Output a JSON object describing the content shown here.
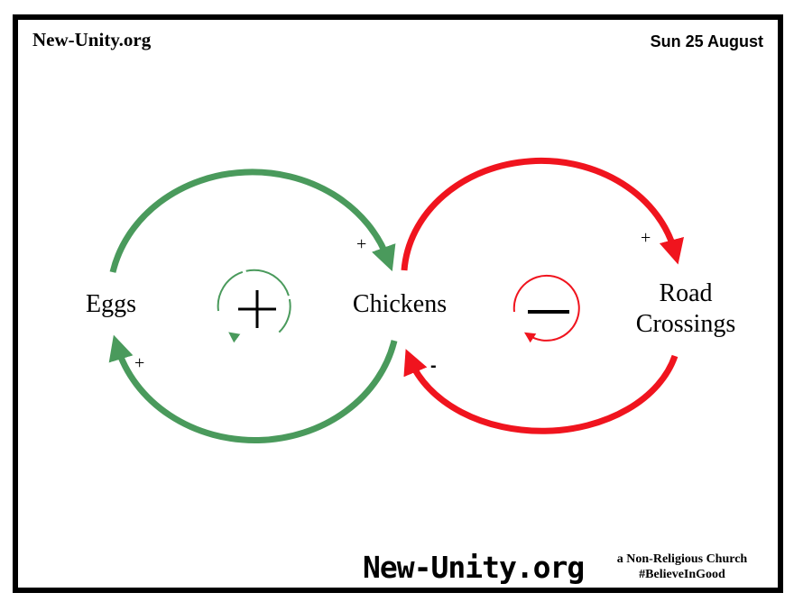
{
  "header": {
    "site": "New-Unity.org",
    "date": "Sun 25 August"
  },
  "diagram": {
    "nodes": {
      "eggs": "Eggs",
      "chickens": "Chickens",
      "road_line1": "Road",
      "road_line2": "Crossings"
    },
    "links": {
      "eggs_to_chickens": "+",
      "chickens_to_eggs": "+",
      "chickens_to_road": "+",
      "road_to_chickens": "-"
    },
    "loops": {
      "left": "reinforcing",
      "right": "balancing"
    },
    "colors": {
      "reinforcing": "#4a9a5c",
      "balancing": "#f0141e"
    }
  },
  "footer": {
    "brand": "New-Unity.org",
    "tagline_line1": "a Non-Religious Church",
    "tagline_line2": "#BelieveInGood"
  }
}
